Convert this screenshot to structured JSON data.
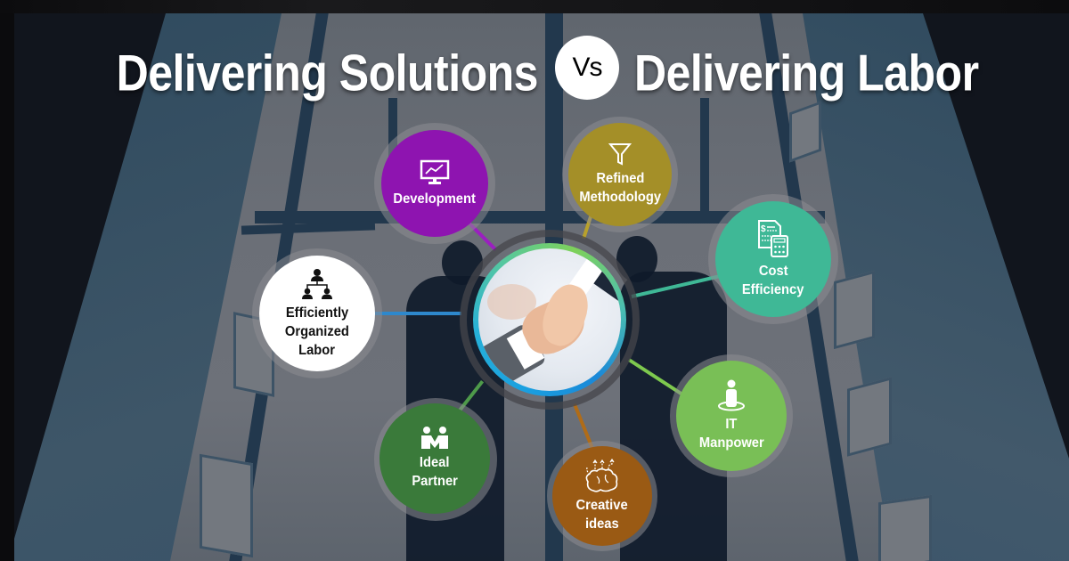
{
  "title": {
    "left": "Delivering Solutions",
    "vs": "Vs",
    "right": "Delivering Labor"
  },
  "colors": {
    "development": "#8e14b0",
    "refined_methodology": "#a48f28",
    "cost_efficiency": "#3fb896",
    "efficiently_organized_labor": "#ffffff",
    "it_manpower": "#79bf56",
    "ideal_partner": "#3a7a3a",
    "creative_ideas": "#9a5a14",
    "center_ring_start": "#1aa0e0",
    "center_ring_end": "#7ed15a"
  },
  "center": {
    "image": "handshake-photo"
  },
  "bubbles": [
    {
      "id": "development",
      "icon": "monitor-chart-icon",
      "lines": [
        "Development"
      ]
    },
    {
      "id": "refined_methodology",
      "icon": "funnel-icon",
      "lines": [
        "Refined",
        "Methodology"
      ]
    },
    {
      "id": "cost_efficiency",
      "icon": "invoice-calculator-icon",
      "lines": [
        "Cost",
        "Efficiency"
      ]
    },
    {
      "id": "efficiently_organized_labor",
      "icon": "org-chart-icon",
      "lines": [
        "Efficiently",
        "Organized",
        "Labor"
      ]
    },
    {
      "id": "it_manpower",
      "icon": "person-target-icon",
      "lines": [
        "IT",
        "Manpower"
      ]
    },
    {
      "id": "ideal_partner",
      "icon": "partners-icon",
      "lines": [
        "Ideal",
        "Partner"
      ]
    },
    {
      "id": "creative_ideas",
      "icon": "brain-ideas-icon",
      "lines": [
        "Creative",
        "ideas"
      ]
    }
  ]
}
